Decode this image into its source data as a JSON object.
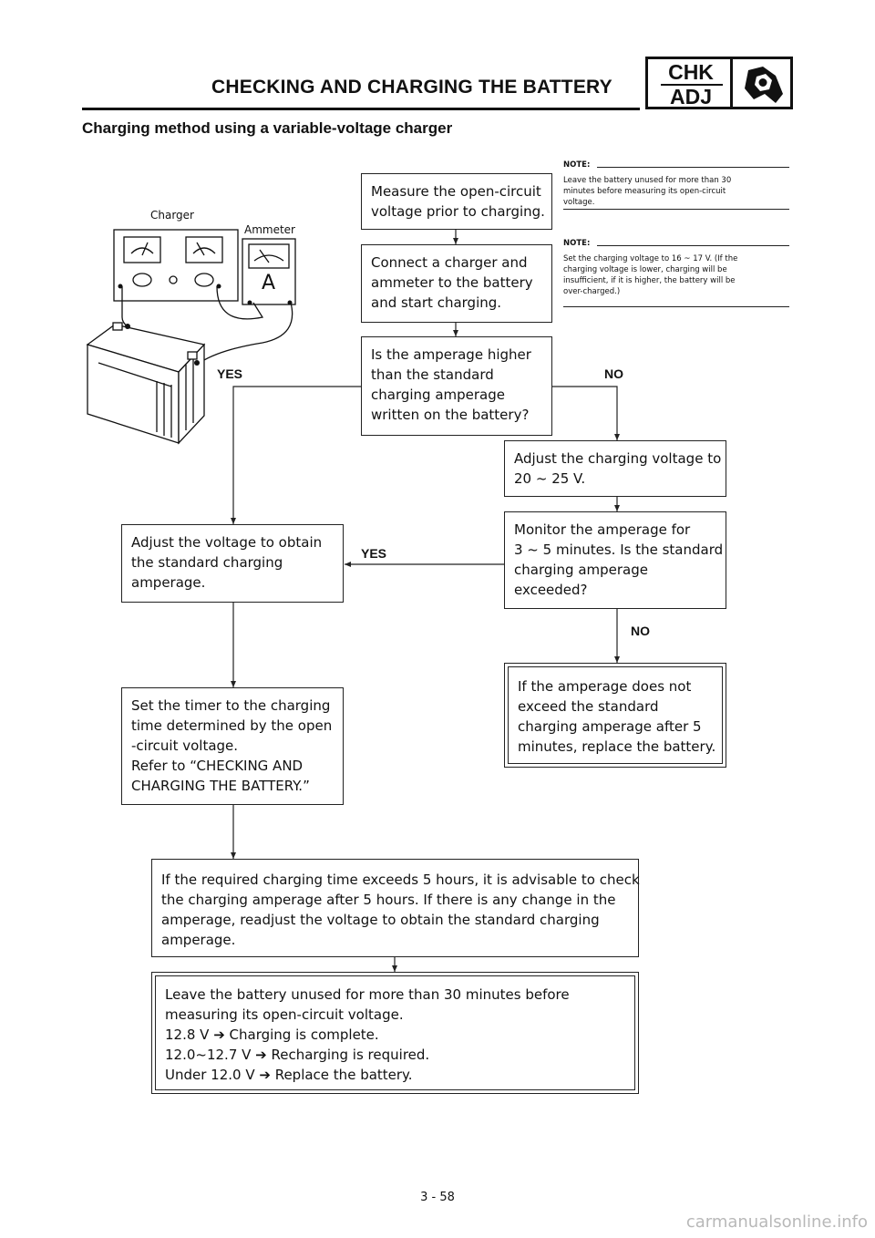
{
  "header": {
    "title": "CHECKING AND CHARGING THE BATTERY",
    "badge_top": "CHK",
    "badge_bottom": "ADJ",
    "badge_icon": "wrench-nut-icon"
  },
  "subtitle": "Charging method using a variable-voltage charger",
  "figure": {
    "charger_label": "Charger",
    "ammeter_label": "Ammeter",
    "ammeter_symbol": "A"
  },
  "notes": [
    {
      "head": "NOTE:",
      "lines": [
        "Leave the battery unused for more than 30",
        "minutes before measuring its open-circuit",
        "voltage."
      ]
    },
    {
      "head": "NOTE:",
      "lines": [
        "Set the charging voltage to 16 ~ 17 V. (If the",
        "charging voltage is lower, charging will be",
        "insufficient, if it is higher, the battery will be",
        "over-charged.)"
      ]
    }
  ],
  "flow": {
    "step1": [
      "Measure the open-circuit",
      "voltage prior to charging."
    ],
    "step2": [
      "Connect a charger and",
      "ammeter to the battery",
      "and start charging."
    ],
    "question1": [
      "Is the amperage higher",
      "than the standard",
      "charging amperage",
      "written on the battery?"
    ],
    "yes1": "YES",
    "no1": "NO",
    "adjust_voltage": [
      "Adjust the charging voltage to",
      "20 ~ 25 V."
    ],
    "monitor": [
      "Monitor the amperage for",
      "3 ~ 5 minutes. Is the standard",
      "charging amperage",
      "exceeded?"
    ],
    "yes2": "YES",
    "no2": "NO",
    "adjust_to_standard": [
      "Adjust the voltage to obtain",
      "the  standard charging",
      "amperage."
    ],
    "replace": [
      "If the amperage does not",
      "exceed the standard",
      "charging amperage after 5",
      "minutes, replace the battery."
    ],
    "timer": [
      "Set the timer to the charging",
      "time determined by the open",
      "-circuit voltage.",
      "Refer to “CHECKING AND",
      "CHARGING THE BATTERY.”"
    ],
    "exceeds": [
      "If the required charging time exceeds 5 hours, it is advisable to check",
      "the charging amperage after  5 hours. If there is any change in the",
      "amperage, readjust the voltage to obtain the standard charging",
      "amperage."
    ],
    "final": [
      "Leave the battery unused for more than 30 minutes before",
      "measuring its open-circuit voltage.",
      "12.8 V ➔ Charging is complete.",
      "12.0~12.7 V ➔ Recharging is required.",
      "Under 12.0 V ➔ Replace the battery."
    ]
  },
  "footer": {
    "page_number": "3 - 58",
    "watermark": "carmanualsonline.info"
  }
}
